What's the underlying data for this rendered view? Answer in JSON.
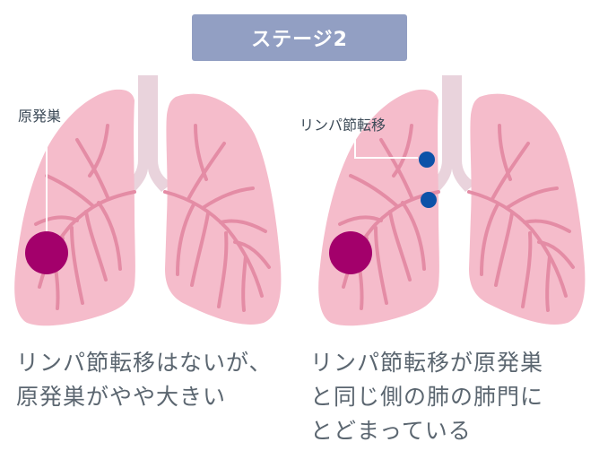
{
  "stage_title": "ステージ2",
  "left": {
    "label": "原発巣",
    "caption_line1": "リンパ節転移はないが、",
    "caption_line2": "原発巣がやや大きい"
  },
  "right": {
    "label": "リンパ節転移",
    "caption_line1": "リンパ節転移が原発巣",
    "caption_line2": "と同じ側の肺の肺門に",
    "caption_line3": "とどまっている"
  },
  "colors": {
    "lung_fill": "#f5bccb",
    "lung_vessel": "#e48ca5",
    "trachea": "#e9d3dc",
    "tumor": "#a3006b",
    "lymph_node": "#0d52a8",
    "badge": "#929fc3"
  }
}
